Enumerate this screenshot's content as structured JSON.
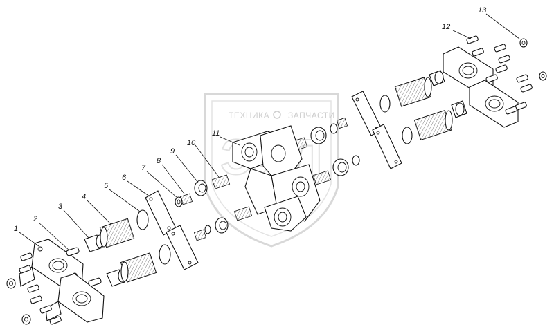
{
  "diagram": {
    "type": "exploded-parts-view",
    "watermark": {
      "text_left": "ТЕХНИКА",
      "text_right": "ЗАПЧАСТИ",
      "logo_text": "ЗИЛ"
    },
    "callouts": [
      "1",
      "2",
      "3",
      "4",
      "5",
      "6",
      "7",
      "8",
      "9",
      "10",
      "11",
      "12",
      "13"
    ]
  }
}
